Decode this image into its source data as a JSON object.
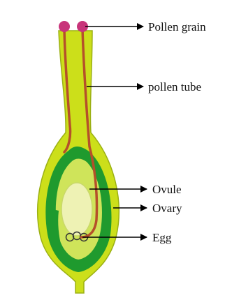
{
  "labels": {
    "pollen_grain": "Pollen grain",
    "pollen_tube": "pollen tube",
    "ovule": "Ovule",
    "ovary": "Ovary",
    "egg": "Egg"
  },
  "colors": {
    "pistil_outer": "#ccdf1a",
    "pistil_outline": "#9bb014",
    "ovary_wall": "#1f9a2e",
    "ovule_body": "#cfe45a",
    "ovule_core": "#eef2b4",
    "pollen_tube": "#b5502a",
    "pollen_grain": "#c8347a",
    "arrow": "#000000"
  }
}
